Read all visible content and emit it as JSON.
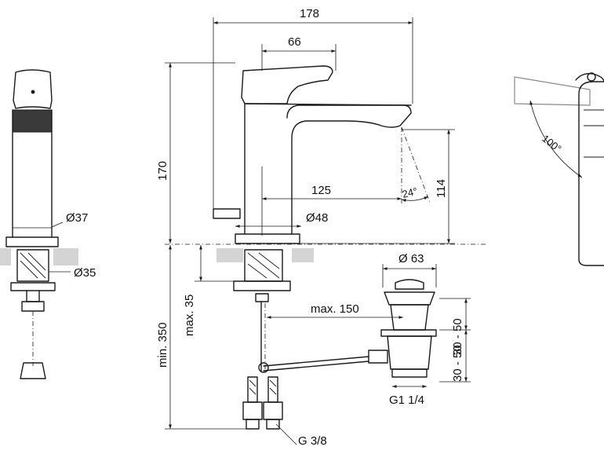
{
  "dimensions": {
    "total_width": "178",
    "handle_width": "66",
    "height": "170",
    "reach": "125",
    "spout_height": "114",
    "spout_angle": "24°",
    "side_diameter": "Ø37",
    "side_shank": "Ø35",
    "base_diameter": "Ø48",
    "waste_diameter": "Ø 63",
    "max_35": "max. 35",
    "min_350": "min. 350",
    "max_150": "max. 150",
    "range_30_50_side": "30 - 50",
    "range_30_50": "30 - 50",
    "waste_thread": "G1 1/4",
    "supply_thread": "G 3/8",
    "handle_rotation": "100°"
  },
  "colors": {
    "line": "#1a1a1a",
    "surface": "#d4d4d4",
    "light_outline": "#8a8a8a"
  }
}
